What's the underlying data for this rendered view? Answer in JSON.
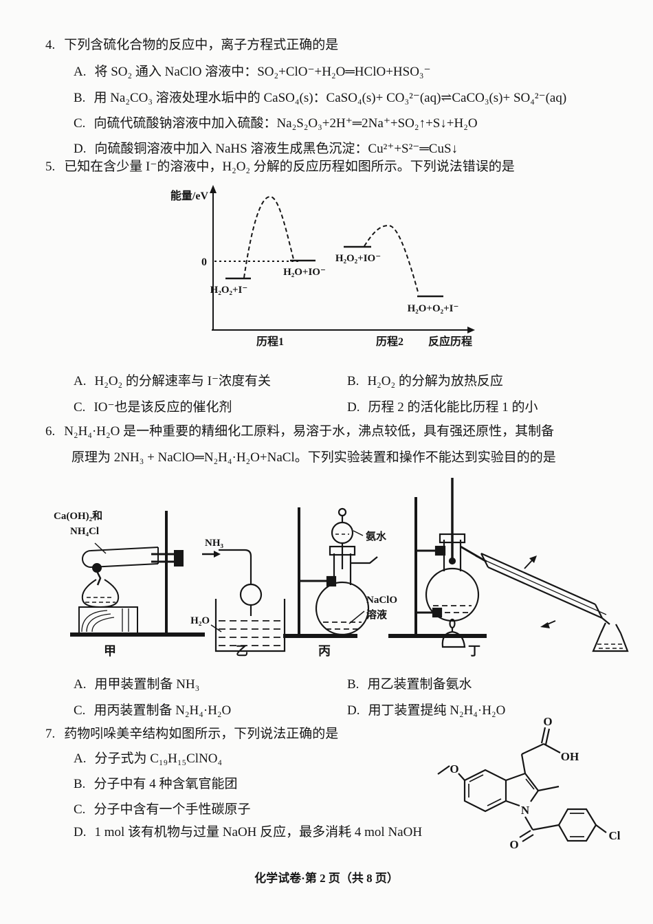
{
  "footer": "化学试卷·第 2 页（共 8 页）",
  "q4": {
    "number": "4.",
    "stem": "下列含硫化合物的反应中，离子方程式正确的是",
    "options": [
      {
        "label": "A.",
        "text": "将 SO₂ 通入 NaClO 溶液中：SO₂+ClO⁻+H₂O═HClO+HSO₃⁻"
      },
      {
        "label": "B.",
        "text": "用 Na₂CO₃ 溶液处理水垢中的 CaSO₄(s)：CaSO₄(s)+ CO₃²⁻(aq)⇌CaCO₃(s)+ SO₄²⁻(aq)"
      },
      {
        "label": "C.",
        "text": "向硫代硫酸钠溶液中加入硫酸：Na₂S₂O₃+2H⁺═2Na⁺+SO₂↑+S↓+H₂O"
      },
      {
        "label": "D.",
        "text": "向硫酸铜溶液中加入 NaHS 溶液生成黑色沉淀：Cu²⁺+S²⁻═CuS↓"
      }
    ]
  },
  "q5": {
    "number": "5.",
    "stem": "已知在含少量 I⁻的溶液中，H₂O₂ 分解的反应历程如图所示。下列说法错误的是",
    "diagram": {
      "y_axis_label": "能量/eV",
      "zero_label": "0",
      "level_reactant1": "H₂O₂+I⁻",
      "level_intermediate1": "H₂O+IO⁻",
      "level_intermediate2": "H₂O₂+IO⁻",
      "level_product": "H₂O+O₂+I⁻",
      "x_label_1": "历程1",
      "x_label_2": "历程2",
      "x_axis_label": "反应历程"
    },
    "options": [
      {
        "label": "A.",
        "text": "H₂O₂ 的分解速率与 I⁻浓度有关"
      },
      {
        "label": "B.",
        "text": "H₂O₂ 的分解为放热反应"
      },
      {
        "label": "C.",
        "text": "IO⁻也是该反应的催化剂"
      },
      {
        "label": "D.",
        "text": "历程 2 的活化能比历程 1 的小"
      }
    ]
  },
  "q6": {
    "number": "6.",
    "stem_line1": "N₂H₄·H₂O 是一种重要的精细化工原料，易溶于水，沸点较低，具有强还原性，其制备",
    "stem_line2": "原理为 2NH₃ + NaClO═N₂H₄·H₂O+NaCl。下列实验装置和操作不能达到实验目的的是",
    "apparatus": {
      "jia": {
        "caption": "甲",
        "reagent_line1": "Ca(OH)₂和",
        "reagent_line2": "NH₄Cl"
      },
      "yi": {
        "caption": "乙",
        "gas_label": "NH₃",
        "liquid_label": "H₂O"
      },
      "bing": {
        "caption": "丙",
        "funnel_label": "氨水",
        "solution_line1": "NaClO",
        "solution_line2": "溶液"
      },
      "ding": {
        "caption": "丁"
      }
    },
    "options": [
      {
        "label": "A.",
        "text": "用甲装置制备 NH₃"
      },
      {
        "label": "B.",
        "text": "用乙装置制备氨水"
      },
      {
        "label": "C.",
        "text": "用丙装置制备 N₂H₄·H₂O"
      },
      {
        "label": "D.",
        "text": "用丁装置提纯 N₂H₄·H₂O"
      }
    ]
  },
  "q7": {
    "number": "7.",
    "stem": "药物吲哚美辛结构如图所示，下列说法正确的是",
    "structure": {
      "o_carboxyl": "O",
      "oh": "OH",
      "o_methoxy": "O",
      "n": "N",
      "o_amide": "O",
      "cl": "Cl"
    },
    "options": [
      {
        "label": "A.",
        "text": "分子式为 C₁₉H₁₅ClNO₄"
      },
      {
        "label": "B.",
        "text": "分子中有 4 种含氧官能团"
      },
      {
        "label": "C.",
        "text": "分子中含有一个手性碳原子"
      },
      {
        "label": "D.",
        "text": "1 mol 该有机物与过量 NaOH 反应，最多消耗 4 mol NaOH"
      }
    ]
  }
}
